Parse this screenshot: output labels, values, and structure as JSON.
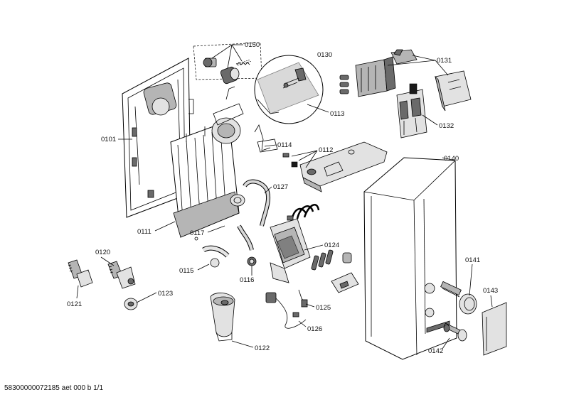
{
  "parts": [
    {
      "id": "p0150",
      "label": "0150"
    },
    {
      "id": "p0130",
      "label": "0130"
    },
    {
      "id": "p0131",
      "label": "0131"
    },
    {
      "id": "p0113",
      "label": "0113"
    },
    {
      "id": "p0132",
      "label": "0132"
    },
    {
      "id": "p0101",
      "label": "0101"
    },
    {
      "id": "p0114",
      "label": "0114"
    },
    {
      "id": "p0112",
      "label": "0112"
    },
    {
      "id": "p0140",
      "label": "0140"
    },
    {
      "id": "p0127",
      "label": "0127"
    },
    {
      "id": "p0111",
      "label": "0111"
    },
    {
      "id": "p0117",
      "label": "0117"
    },
    {
      "id": "p0124",
      "label": "0124"
    },
    {
      "id": "p0120",
      "label": "0120"
    },
    {
      "id": "p0115",
      "label": "0115"
    },
    {
      "id": "p0116",
      "label": "0116"
    },
    {
      "id": "p0141",
      "label": "0141"
    },
    {
      "id": "p0143",
      "label": "0143"
    },
    {
      "id": "p0123",
      "label": "0123"
    },
    {
      "id": "p0121",
      "label": "0121"
    },
    {
      "id": "p0125",
      "label": "0125"
    },
    {
      "id": "p0126",
      "label": "0126"
    },
    {
      "id": "p0142",
      "label": "0142"
    },
    {
      "id": "p0122",
      "label": "0122"
    }
  ],
  "footer": "58300000072185 aet 000 b 1/1"
}
